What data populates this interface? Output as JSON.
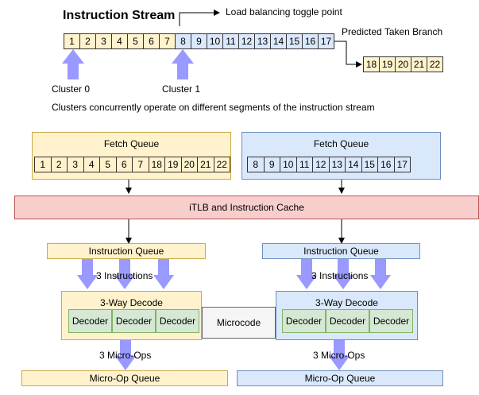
{
  "stream": {
    "title": "Instruction Stream",
    "toggle_label": "Load balancing toggle point",
    "predicted_label": "Predicted Taken Branch",
    "cluster0_cells": [
      "1",
      "2",
      "3",
      "4",
      "5",
      "6",
      "7"
    ],
    "cluster1_cells": [
      "8",
      "9",
      "10",
      "11",
      "12",
      "13",
      "14",
      "15",
      "16",
      "17"
    ],
    "branch_cells": [
      "18",
      "19",
      "20",
      "21",
      "22"
    ],
    "cluster0_label": "Cluster 0",
    "cluster1_label": "Cluster 1",
    "caption": "Clusters concurrently operate on different segments of the instruction stream"
  },
  "left": {
    "fetch_title": "Fetch Queue",
    "fetch_cells": [
      "1",
      "2",
      "3",
      "4",
      "5",
      "6",
      "7",
      "18",
      "19",
      "20",
      "21",
      "22"
    ],
    "iq_label": "Instruction Queue",
    "instr_label": "3 Instructions",
    "decode_title": "3-Way Decode",
    "decoders": [
      "Decoder",
      "Decoder",
      "Decoder"
    ],
    "uops_label": "3 Micro-Ops",
    "uop_queue_label": "Micro-Op Queue"
  },
  "right": {
    "fetch_title": "Fetch Queue",
    "fetch_cells": [
      "8",
      "9",
      "10",
      "11",
      "12",
      "13",
      "14",
      "15",
      "16",
      "17"
    ],
    "iq_label": "Instruction Queue",
    "instr_label": "3 Instructions",
    "decode_title": "3-Way Decode",
    "decoders": [
      "Decoder",
      "Decoder",
      "Decoder"
    ],
    "uops_label": "3 Micro-Ops",
    "uop_queue_label": "Micro-Op Queue"
  },
  "shared": {
    "itlb_label": "iTLB and Instruction Cache",
    "microcode_label": "Microcode"
  },
  "colors": {
    "yellow_fill": "#fff2cc",
    "blue_fill": "#dae8fc",
    "green_fill": "#d5e8d4",
    "red_fill": "#f8cecc",
    "arrow_fill": "#9999ff"
  }
}
